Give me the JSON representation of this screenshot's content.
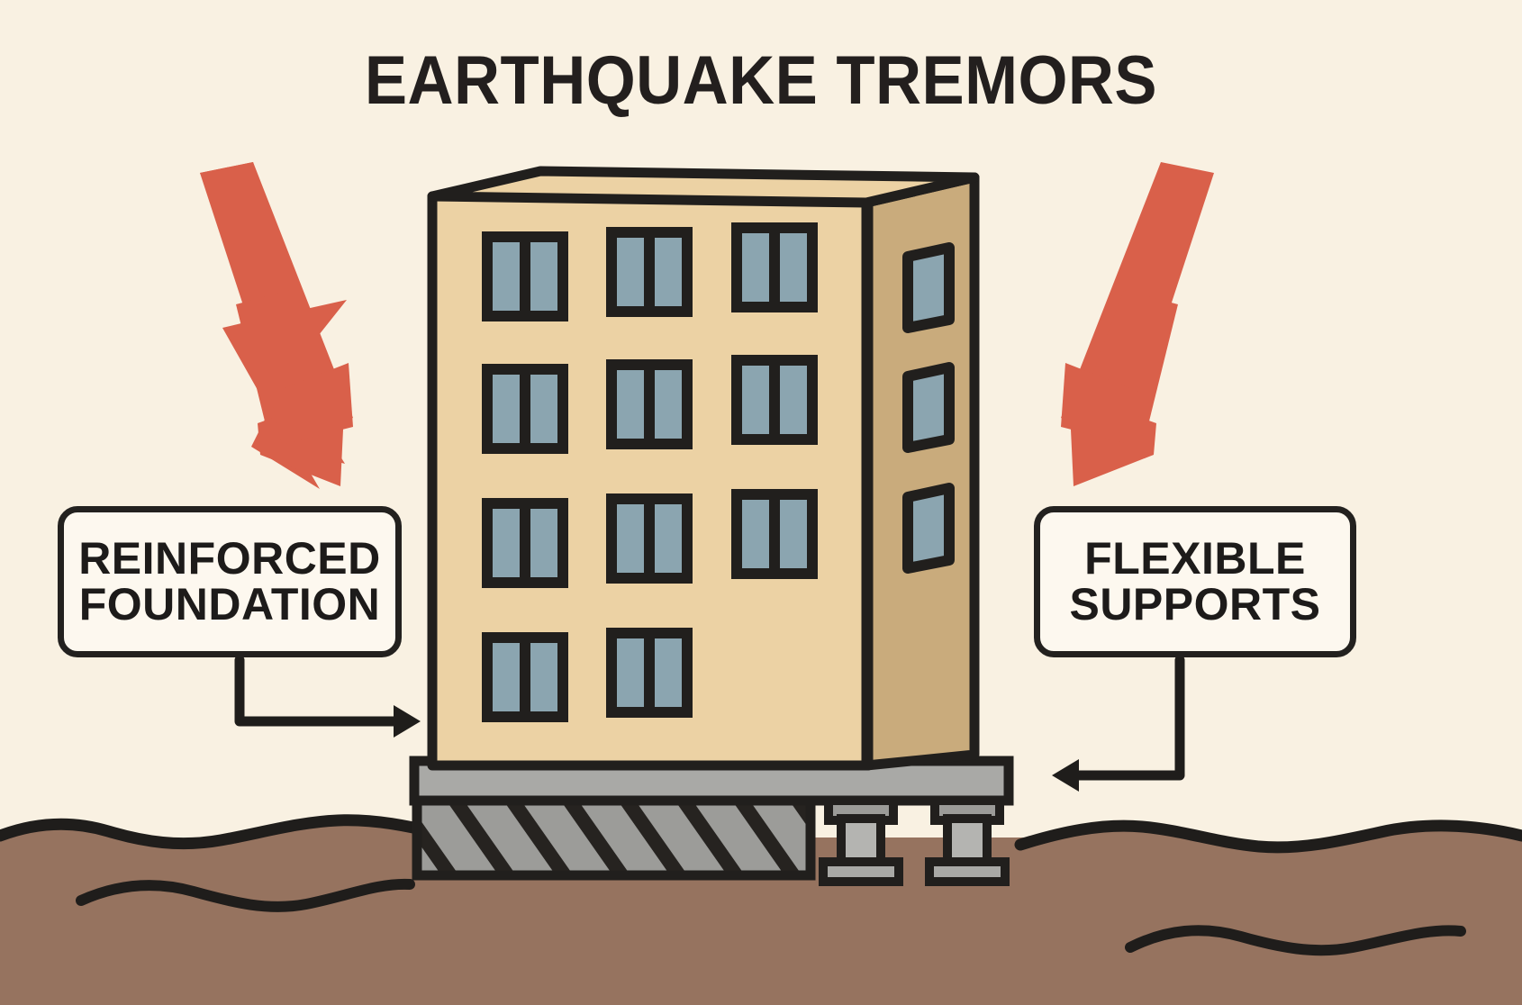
{
  "title": "EARTHQUAKE TREMORS",
  "labels": {
    "left": {
      "line1": "REINFORCED",
      "line2": "FOUNDATION"
    },
    "right": {
      "line1": "FLEXIBLE",
      "line2": "SUPPORTS"
    }
  },
  "icons": {
    "left_bolt": "lightning-bolt-arrow-icon",
    "right_bolt": "lightning-bolt-arrow-icon",
    "left_pointer": "callout-arrow-right-icon",
    "right_pointer": "callout-arrow-left-icon"
  },
  "colors": {
    "background": "#f9f1e2",
    "ink": "#23211f",
    "bolt_red": "#d9604a",
    "wall_front": "#ecd2a4",
    "wall_side": "#c9ab7c",
    "window_glass": "#8ba5b0",
    "concrete_light": "#a9a9a6",
    "concrete_mid": "#8f8f8d",
    "soil": "#96735f",
    "label_fill": "#fdf8ef"
  },
  "scene": {
    "building_floors": 4,
    "front_window_columns": 3,
    "front_windows_bottom_row": 2,
    "side_windows": 3,
    "foundation_type": "hatched reinforced slab",
    "support_columns": 2
  }
}
